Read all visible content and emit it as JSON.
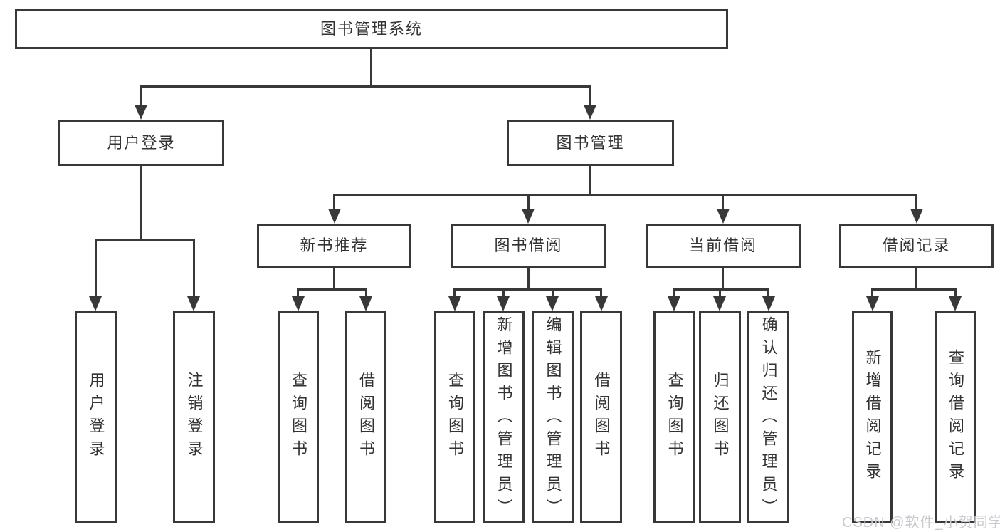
{
  "diagram": {
    "type": "hierarchy-tree",
    "tree": {
      "root": {
        "label": "图书管理系统",
        "children": [
          {
            "label": "用户登录",
            "children": [
              {
                "label": "用户登录"
              },
              {
                "label": "注销登录"
              }
            ]
          },
          {
            "label": "图书管理",
            "children": [
              {
                "label": "新书推荐",
                "children": [
                  {
                    "label": "查询图书"
                  },
                  {
                    "label": "借阅图书"
                  }
                ]
              },
              {
                "label": "图书借阅",
                "children": [
                  {
                    "label": "查询图书"
                  },
                  {
                    "label": "新增图书（管理员）"
                  },
                  {
                    "label": "编辑图书（管理员）"
                  },
                  {
                    "label": "借阅图书"
                  }
                ]
              },
              {
                "label": "当前借阅",
                "children": [
                  {
                    "label": "查询图书"
                  },
                  {
                    "label": "归还图书"
                  },
                  {
                    "label": "确认归还（管理员）"
                  }
                ]
              },
              {
                "label": "借阅记录",
                "children": [
                  {
                    "label": "新增借阅记录"
                  },
                  {
                    "label": "查询借阅记录"
                  }
                ]
              }
            ]
          }
        ]
      }
    },
    "colors": {
      "line": "#383838",
      "box_border": "#383838",
      "text": "#333333",
      "background": "#ffffff",
      "watermark": "#c9c9ce"
    }
  },
  "watermark": {
    "text": "CSDN @软件_小贺同学"
  }
}
